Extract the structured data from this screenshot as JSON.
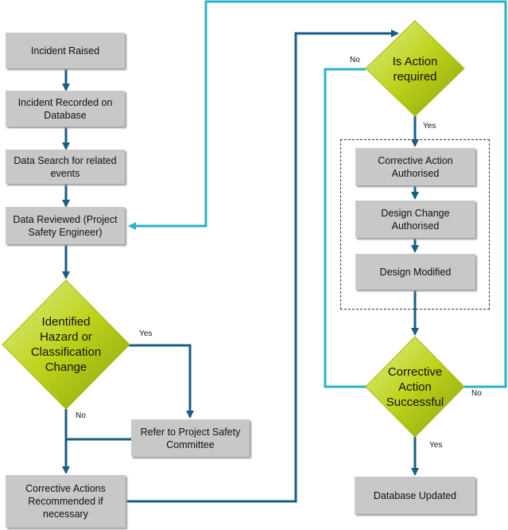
{
  "nodes": {
    "incident_raised": "Incident Raised",
    "incident_recorded": "Incident Recorded on Database",
    "data_search": "Data Search for related events",
    "data_reviewed": "Data Reviewed (Project Safety Engineer)",
    "identified_hazard": "Identified Hazard or Classification Change",
    "refer_committee": "Refer to Project Safety Committee",
    "corrective_recommended": "Corrective Actions Recommended if necessary",
    "is_action_required": "Is Action required",
    "corrective_authorised": "Corrective Action Authorised",
    "design_change_authorised": "Design Change Authorised",
    "design_modified": "Design Modified",
    "corrective_successful": "Corrective Action Successful",
    "database_updated": "Database Updated"
  },
  "edge_labels": {
    "hazard_yes": "Yes",
    "hazard_no": "No",
    "action_yes": "Yes",
    "action_no": "No",
    "success_yes": "Yes",
    "success_no": "No"
  },
  "colors": {
    "box_fill": "#c8c8c8",
    "diamond_fill": "#bcd21a",
    "main_arrow": "#1a5d82",
    "loop_arrow": "#2bb3c6"
  }
}
